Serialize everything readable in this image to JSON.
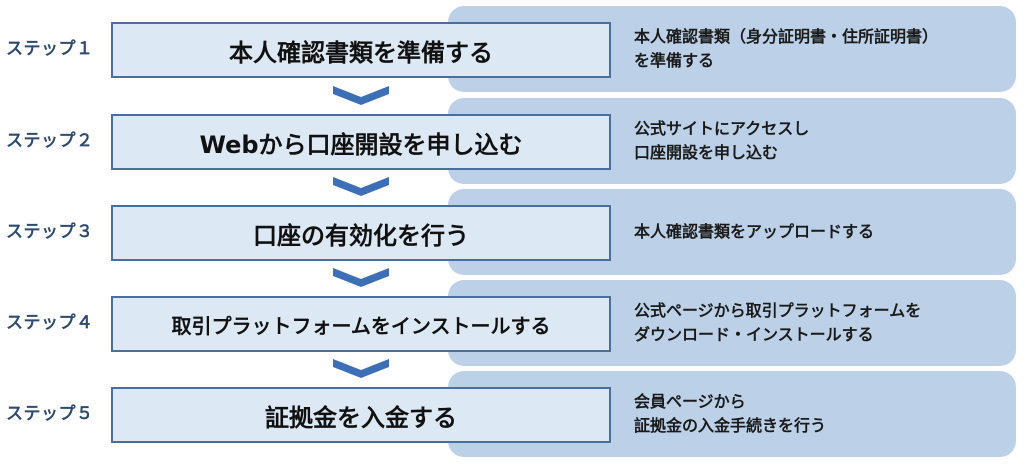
{
  "steps": [
    {
      "label": "ステップ１",
      "title": "本人確認書類を準備する",
      "description": [
        "本人確認書類（身分証明書・住所証明書）",
        "を準備する"
      ]
    },
    {
      "label": "ステップ２",
      "title": "Webから口座開設を申し込む",
      "description": [
        "公式サイトにアクセスし",
        "口座開設を申し込む"
      ]
    },
    {
      "label": "ステップ３",
      "title": "口座の有効化を行う",
      "description": [
        "本人確認書類をアップロードする"
      ]
    },
    {
      "label": "ステップ４",
      "title": "取引プラットフォームをインストールする",
      "description": [
        "公式ページから取引プラットフォームを",
        "ダウンロード・インストールする"
      ]
    },
    {
      "label": "ステップ５",
      "title": "証拠金を入金する",
      "description": [
        "会員ページから",
        "証拠金の入金手続きを行う"
      ]
    }
  ],
  "colors": {
    "step_label": "#2f4a6e",
    "box_fill": "#dde8f5",
    "box_border": "#4a6f9c",
    "panel_fill": "#bcd1e8",
    "chevron": "#3d6fb6"
  },
  "icons": {
    "connector": "chevron-down-icon"
  }
}
